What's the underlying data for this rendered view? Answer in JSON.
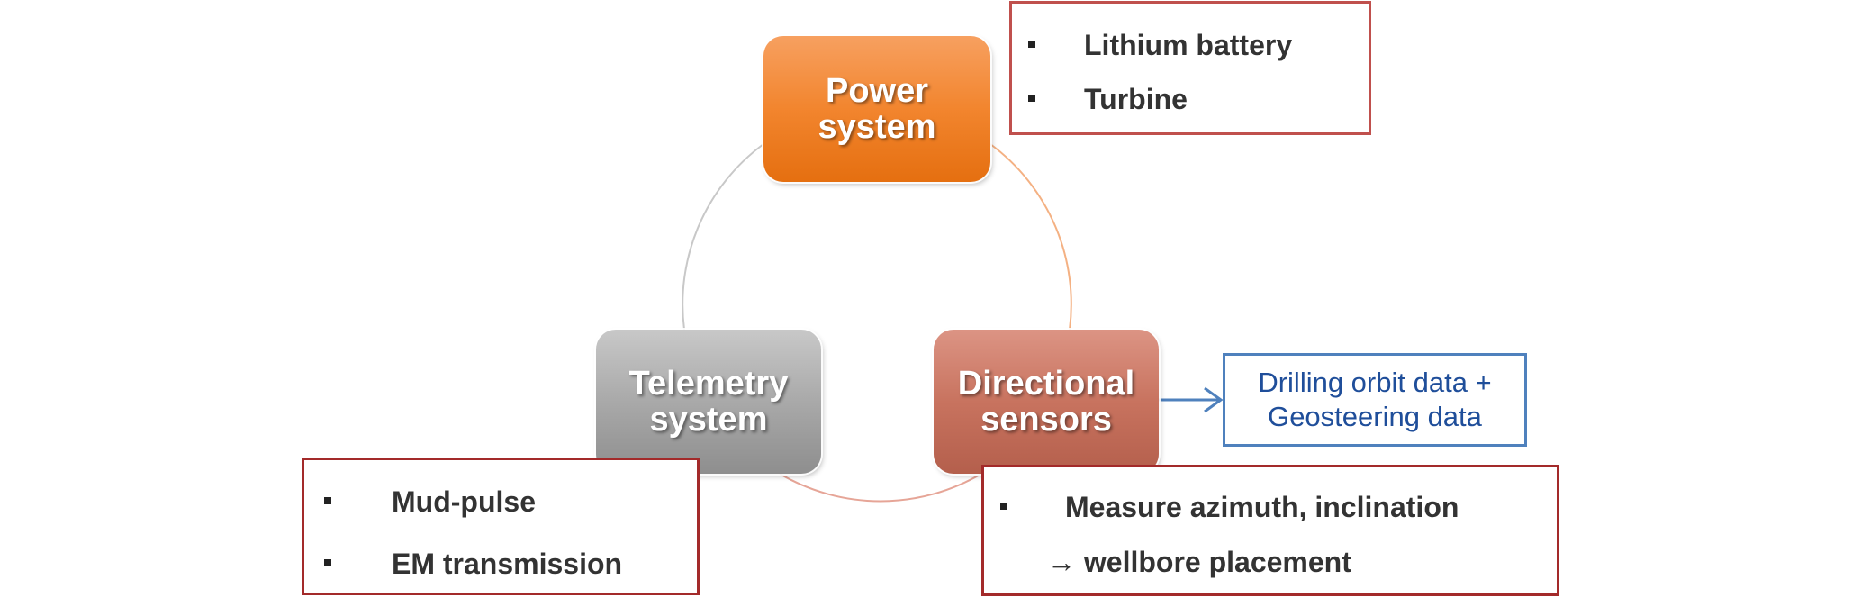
{
  "nodes": {
    "power": {
      "line1": "Power",
      "line2": "system"
    },
    "telemetry": {
      "line1": "Telemetry",
      "line2": "system"
    },
    "directional": {
      "line1": "Directional",
      "line2": "sensors"
    }
  },
  "power_details": [
    "Lithium  battery",
    "Turbine"
  ],
  "telemetry_details": [
    "Mud-pulse",
    "EM transmission"
  ],
  "directional_details": [
    "Measure azimuth,  inclination",
    "→ wellbore placement"
  ],
  "output": {
    "line1": "Drilling orbit data +",
    "line2": "Geosteering data"
  },
  "colors": {
    "power": "#f2852e",
    "telemetry": "#a9a9a9",
    "directional": "#c8735f",
    "detail_border": "#c0504d",
    "output_border": "#4f81bd",
    "output_text": "#1f4e9a"
  }
}
